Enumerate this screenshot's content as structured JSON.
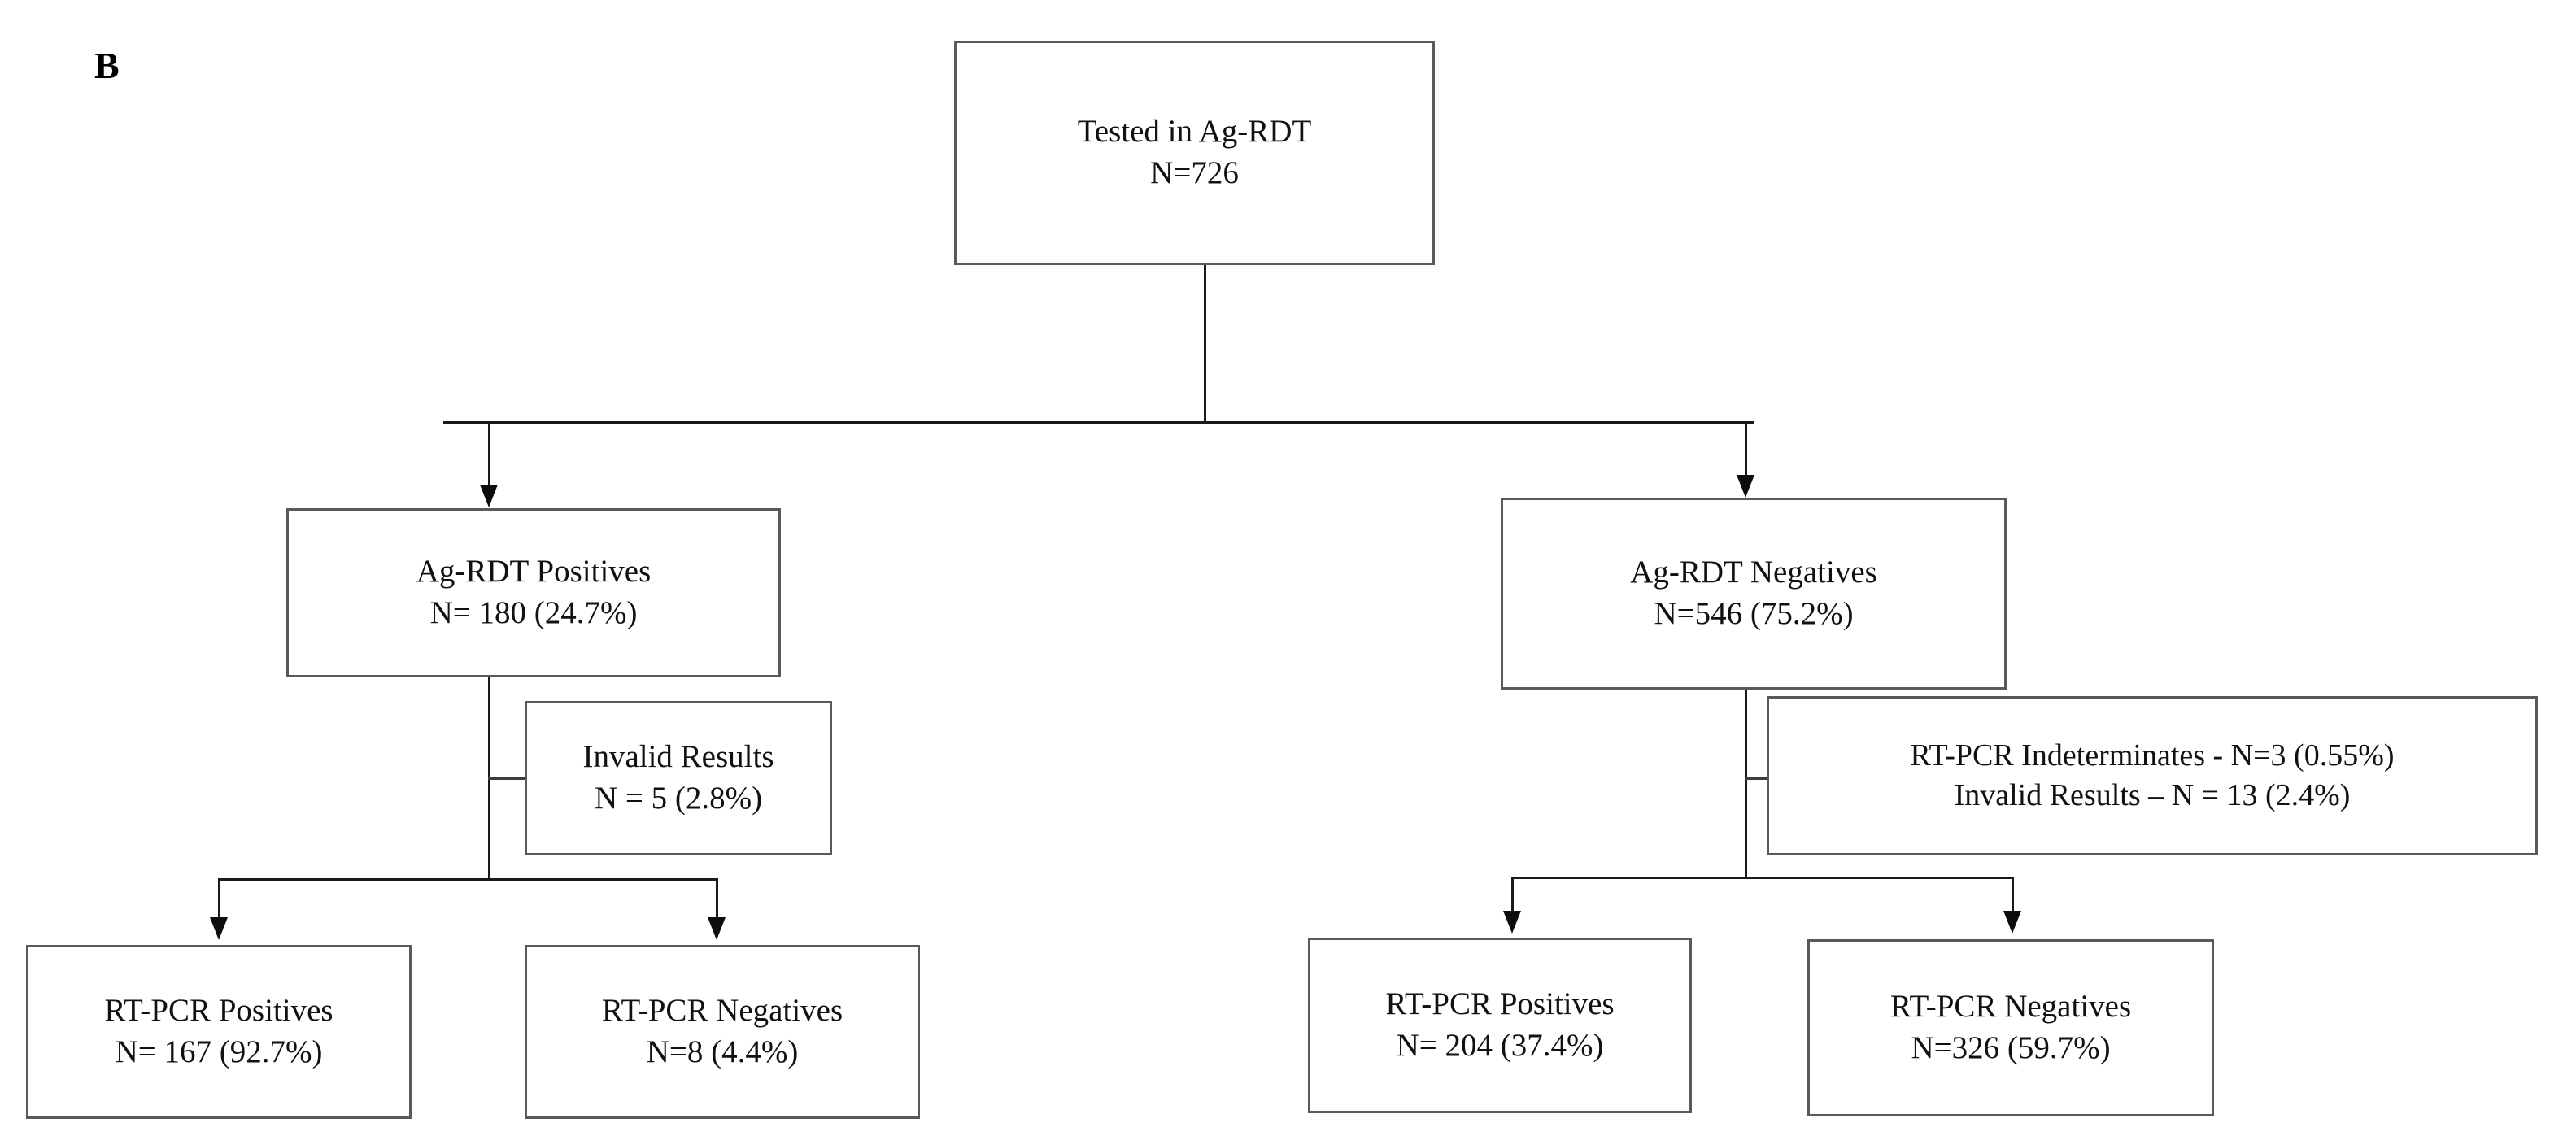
{
  "figure": {
    "panel_label": "B",
    "type": "flowchart",
    "orientation": "top-down"
  },
  "colors": {
    "box_border": "#5a5a5a",
    "connector": "#1a1a1a",
    "arrow": "#0d0d0d",
    "background": "#ffffff",
    "text": "#111111"
  },
  "nodes": {
    "tested": {
      "name": "Tested in Ag-RDT",
      "line_1": "Tested  in Ag-RDT",
      "line_2": "N=726",
      "count": 726
    },
    "agrdt_positives": {
      "name": "Ag-RDT Positives",
      "line_1": "Ag-RDT  Positives",
      "line_2": "N= 180 (24.7%)",
      "count": 180,
      "percent": 24.7
    },
    "agrdt_negatives": {
      "name": "Ag-RDT Negatives",
      "line_1": "Ag-RDT  Negatives",
      "line_2": "N=546 (75.2%)",
      "count": 546,
      "percent": 75.2
    },
    "invalid_left": {
      "name": "Invalid Results (Ag-RDT positives arm)",
      "line_1": "Invalid  Results",
      "line_2": "N = 5 (2.8%)",
      "count": 5,
      "percent": 2.8
    },
    "indeterminates_right": {
      "name": "RT-PCR Indeterminates and Invalid Results (Ag-RDT negatives arm)",
      "line_1": "RT-PCR  Indeterminates  - N=3 (0.55%)",
      "line_2": "Invalid  Results  – N = 13 (2.4%)",
      "indeterminate_count": 3,
      "indeterminate_percent": 0.55,
      "invalid_count": 13,
      "invalid_percent": 2.4
    },
    "rtpcr_pos_left": {
      "name": "RT-PCR Positives (from Ag-RDT positives)",
      "line_1": "RT-PCR Positives",
      "line_2": "N= 167 (92.7%)",
      "count": 167,
      "percent": 92.7
    },
    "rtpcr_neg_left": {
      "name": "RT-PCR Negatives (from Ag-RDT positives)",
      "line_1": "RT-PCR Negatives",
      "line_2": "N=8 (4.4%)",
      "count": 8,
      "percent": 4.4
    },
    "rtpcr_pos_right": {
      "name": "RT-PCR Positives (from Ag-RDT negatives)",
      "line_1": "RT-PCR Positives",
      "line_2": "N= 204 (37.4%)",
      "count": 204,
      "percent": 37.4
    },
    "rtpcr_neg_right": {
      "name": "RT-PCR Negatives (from Ag-RDT negatives)",
      "line_1": "RT-PCR Negatives",
      "line_2": "N=326 (59.7%)",
      "count": 326,
      "percent": 59.7
    }
  },
  "edges": [
    {
      "from": "tested",
      "to": "agrdt_positives",
      "arrow": true
    },
    {
      "from": "tested",
      "to": "agrdt_negatives",
      "arrow": true
    },
    {
      "from": "agrdt_positives",
      "to": "invalid_left",
      "arrow": false
    },
    {
      "from": "agrdt_positives",
      "to": "rtpcr_pos_left",
      "arrow": true
    },
    {
      "from": "agrdt_positives",
      "to": "rtpcr_neg_left",
      "arrow": true
    },
    {
      "from": "agrdt_negatives",
      "to": "indeterminates_right",
      "arrow": false
    },
    {
      "from": "agrdt_negatives",
      "to": "rtpcr_pos_right",
      "arrow": true
    },
    {
      "from": "agrdt_negatives",
      "to": "rtpcr_neg_right",
      "arrow": true
    }
  ]
}
